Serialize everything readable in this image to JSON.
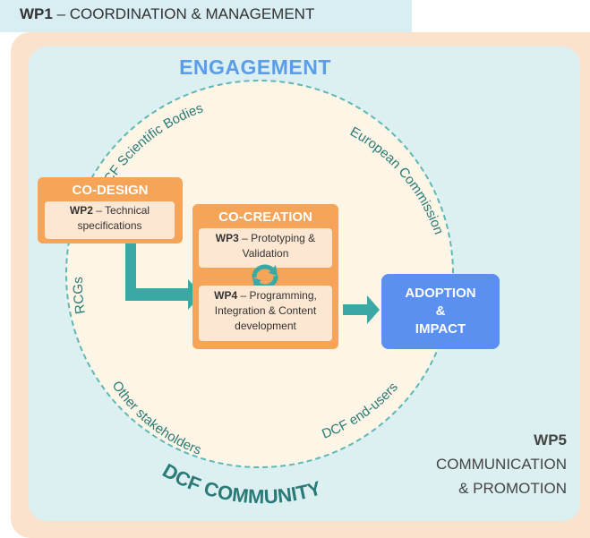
{
  "wp1": {
    "code": "WP1",
    "title": "– COORDINATION & MANAGEMENT"
  },
  "engagement": "ENGAGEMENT",
  "community": "DCF COMMUNITY",
  "arc_labels": {
    "top": "DCF Scientific Bodies",
    "right": "European Commission",
    "left": "RCGs",
    "bottom_left": "Other stakeholders",
    "bottom_right": "DCF end-users"
  },
  "codesign": {
    "title": "CO-DESIGN",
    "wp": "WP2",
    "line1": "– Technical",
    "line2": "specifications"
  },
  "cocreation": {
    "title": "CO-CREATION",
    "wp3": "WP3",
    "wp3_line1": "– Prototyping &",
    "wp3_line2": "Validation",
    "wp4": "WP4",
    "wp4_line1": "– Programming,",
    "wp4_line2": "Integration & Content",
    "wp4_line3": "development"
  },
  "adoption": {
    "line1": "ADOPTION",
    "line2": "&",
    "line3": "IMPACT"
  },
  "wp5": {
    "code": "WP5",
    "line1": "COMMUNICATION",
    "line2": "& PROMOTION"
  },
  "colors": {
    "orange": "#f6a458",
    "orange_light": "#fde7d2",
    "teal": "#3aa9a6",
    "blue": "#5b8ff0",
    "engagement_blue": "#5b9de8",
    "teal_text": "#2a7a78",
    "outer_bg": "#fbe2cd",
    "inner_bg": "#dcf0f2",
    "circle_fill": "#fdf5e6"
  }
}
